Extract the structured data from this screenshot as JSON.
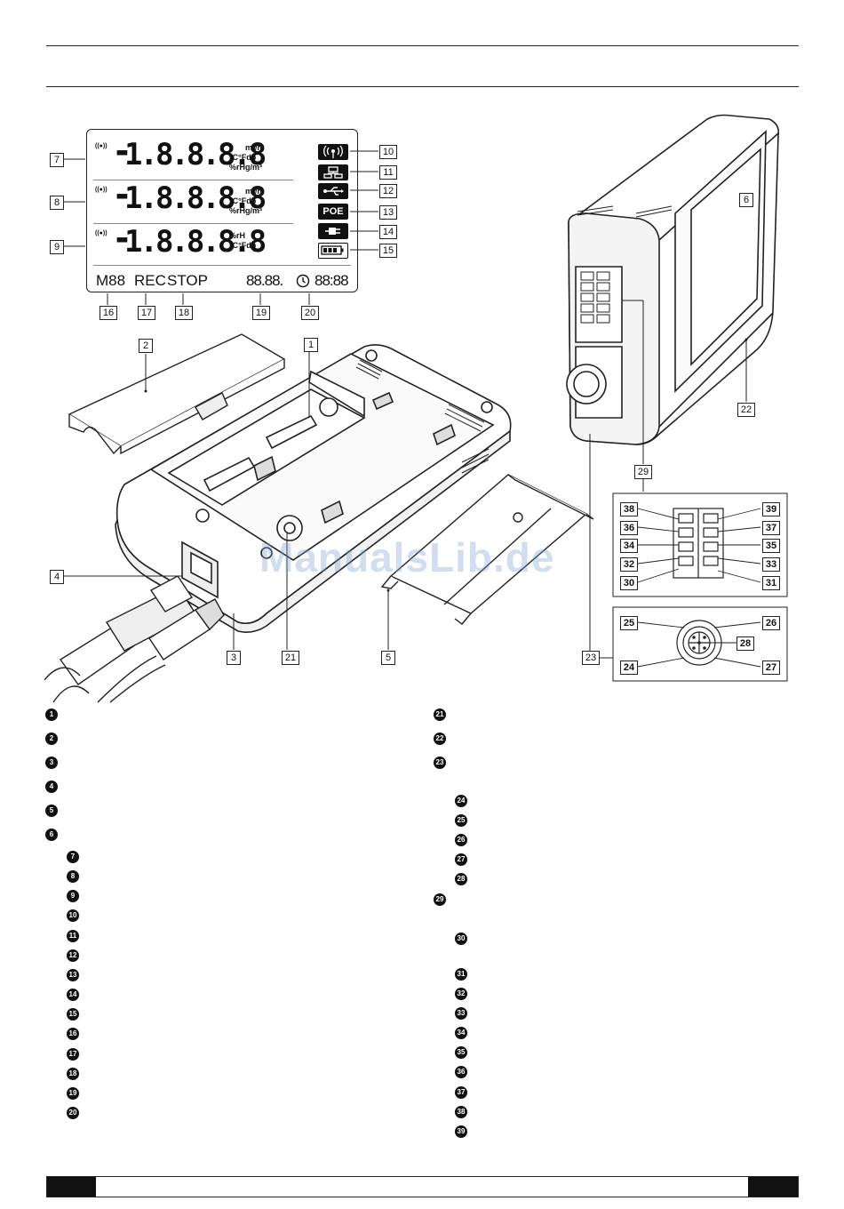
{
  "lcd": {
    "row1": {
      "signal": "((●))",
      "minus": "-",
      "digits": "1.8.8.8.8",
      "unit1": "m³/h",
      "unit2": "°C°Fdp",
      "unit3": "%rHg/m³"
    },
    "row2": {
      "signal": "((●))",
      "minus": "-",
      "digits": "1.8.8.8.8",
      "unit1": "m³/h",
      "unit2": "°C°Fdp",
      "unit3": "%rHg/m³"
    },
    "row3": {
      "signal": "((●))",
      "minus": "-",
      "digits": "1.8.8.8.8",
      "unit1": "%rH",
      "unit2": "°C°Fdp"
    },
    "icon_poe": "POE",
    "status_memory": "M88",
    "status_rec": "REC",
    "status_stop": "STOP",
    "date": "88.88.",
    "time": "88:88"
  },
  "callouts": [
    "1",
    "2",
    "3",
    "4",
    "5",
    "6",
    "7",
    "8",
    "9",
    "10",
    "11",
    "12",
    "13",
    "14",
    "15",
    "16",
    "17",
    "18",
    "19",
    "20",
    "21",
    "22",
    "23",
    "24",
    "25",
    "26",
    "27",
    "28",
    "29",
    "30",
    "31",
    "32",
    "33",
    "34",
    "35",
    "36",
    "37",
    "38",
    "39"
  ],
  "legend_left": [
    "1",
    "2",
    "3",
    "4",
    "5",
    "6",
    "7",
    "8",
    "9",
    "10",
    "11",
    "12",
    "13",
    "14",
    "15",
    "16",
    "17",
    "18",
    "19",
    "20"
  ],
  "legend_right": [
    "21",
    "22",
    "23",
    "24",
    "25",
    "26",
    "27",
    "28",
    "29",
    "30",
    "31",
    "32",
    "33",
    "34",
    "35",
    "36",
    "37",
    "38",
    "39"
  ],
  "watermark": "ManualsLib.de",
  "icons": [
    "radio-icon",
    "network-icon",
    "usb-icon",
    "power-plug-icon",
    "battery-icon",
    "clock-icon"
  ]
}
